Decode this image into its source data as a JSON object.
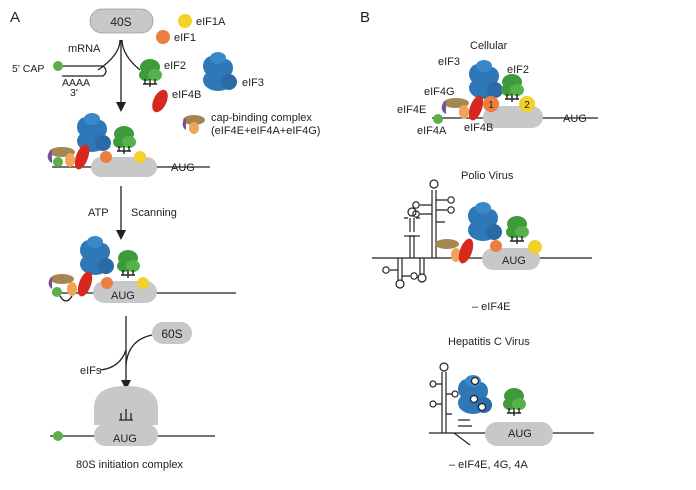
{
  "panel_a": {
    "label": "A",
    "ribosome_40s": "40S",
    "eif1a": "eIF1A",
    "eif1": "eIF1",
    "mrna": "mRNA",
    "cap": "5' CAP",
    "polya": "AAAA",
    "three_prime": "3'",
    "eif2": "eIF2",
    "eif3": "eIF3",
    "eif4b": "eIF4B",
    "cap_complex_line1": "cap-binding complex",
    "cap_complex_line2": "(eIF4E+eIF4A+eIF4G)",
    "aug_1": "AUG",
    "atp": "ATP",
    "scanning": "Scanning",
    "aug_2": "AUG",
    "ribosome_60s": "60S",
    "eifs": "eIFs",
    "aug_3": "AUG",
    "complex_80s": "80S initiation complex"
  },
  "panel_b": {
    "label": "B",
    "cellular_title": "Cellular",
    "eif3": "eIF3",
    "eif2": "eIF2",
    "eif4g": "eIF4G",
    "eif4e": "eIF4E",
    "eif4a": "eIF4A",
    "eif4b": "eIF4B",
    "num_1": "1",
    "num_2": "2",
    "aug_cellular": "AUG",
    "polio_title": "Polio Virus",
    "aug_polio": "AUG",
    "polio_note": "– eIF4E",
    "hcv_title": "Hepatitis C Virus",
    "aug_hcv": "AUG",
    "hcv_note": "– eIF4E, 4G, 4A"
  },
  "colors": {
    "ribosome_gray": "#c8c8c8",
    "eif3_blue": "#2e78b8",
    "eif2_green": "#3f9a3a",
    "eif4b_red": "#d8271c",
    "eif1_orange": "#ec7e3f",
    "eif1a_yellow": "#f2d12a",
    "eif4g_tan": "#a4874e",
    "eif4e_purple": "#7a4f9a",
    "eif4a_orange": "#f0a35a",
    "cap_green": "#5cae47"
  }
}
